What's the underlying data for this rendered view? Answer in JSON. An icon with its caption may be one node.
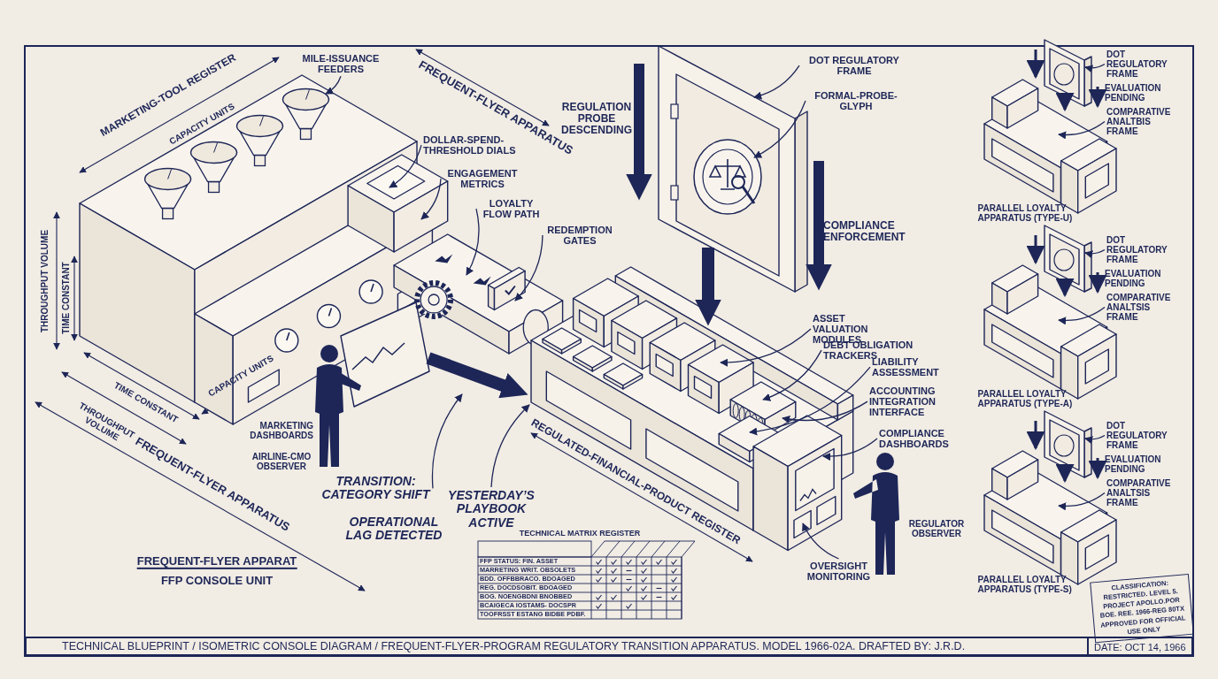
{
  "diagram": {
    "caption": "TECHNICAL BLUEPRINT / ISOMETRIC CONSOLE DIAGRAM / FREQUENT-FLYER-PROGRAM REGULATORY TRANSITION APPARATUS. MODEL 1966-02A. DRAFTED BY: J.R.D.",
    "nodes": [
      {
        "text": [],
        "shape": "picture"
      },
      {
        "text": [
          "MILE-ISSUANCE FEEDERS"
        ]
      },
      {
        "text": [
          "DOLLAR-SPEND-THRESHOLD DIALS"
        ]
      },
      {
        "text": [
          "ENGAGEMENT METRICS"
        ]
      },
      {
        "text": [
          "LOYALTY FLOW PATH"
        ]
      },
      {
        "text": [
          "REDEMPTION GATES"
        ]
      },
      {
        "text": [],
        "shape": "picture"
      },
      {
        "text": [
          "DOT REGULATORY FRAME"
        ]
      },
      {
        "text": [
          "FORMAL-PROBE-GLYPH"
        ]
      },
      {
        "text": [],
        "shape": "picture"
      },
      {
        "text": [
          "ASSET VALUATION MODULES"
        ]
      },
      {
        "text": [
          "DEBT OBLIGATION TRACKERS"
        ]
      },
      {
        "text": [
          "LIABILITY ASSESSMENT"
        ]
      },
      {
        "text": [
          "ACCOUNTING INTEGRATION INTERFACE"
        ]
      },
      {
        "text": [
          "COMPLIANCE DASHBOARDS"
        ]
      },
      {
        "text": [
          "OVERSIGHT MONITORING"
        ]
      },
      {
        "text": [
          "TRANSITION: CATEGORY SHIFT"
        ]
      },
      {
        "text": [
          "YESTERDAY’S PLAYBOOK ACTIVE"
        ]
      },
      {
        "text": [
          "DOT REGULATORY FRAME"
        ]
      },
      {
        "text": [
          "COMPARATIVE ANALTBIS FRAME"
        ]
      },
      {
        "text": [
          "DOT REGULATORY FRAME"
        ]
      },
      {
        "text": [
          "COMPARATIVE ANALTSIS FRAME"
        ]
      },
      {
        "text": [
          "DOT REGULATORY FRAME"
        ]
      },
      {
        "text": [
          "COMPARATIVE ANALTSIS FRAME"
        ]
      }
    ],
    "edges": [
      {
        "from": 0,
        "to": 9,
        "arrow": "to",
        "style": "thick"
      },
      {
        "from": 6,
        "to": 9,
        "arrow": "to",
        "style": "thick"
      },
      {
        "from": 1,
        "to": 0,
        "arrow": "to"
      },
      {
        "from": 2,
        "to": 0,
        "arrow": "to"
      },
      {
        "from": 3,
        "to": 0,
        "arrow": "to"
      },
      {
        "from": 4,
        "to": null,
        "arrow": "to"
      },
      {
        "from": 5,
        "to": null,
        "arrow": "to"
      },
      {
        "from": 7,
        "to": 6,
        "arrow": "to"
      },
      {
        "from": 8,
        "to": 6,
        "arrow": "to"
      },
      {
        "from": 10,
        "to": 9,
        "arrow": "to"
      },
      {
        "from": 11,
        "to": 9,
        "arrow": "to"
      },
      {
        "from": 12,
        "to": 9,
        "arrow": "to"
      },
      {
        "from": 13,
        "to": 9,
        "arrow": "to"
      },
      {
        "from": 14,
        "to": 9,
        "arrow": "to"
      },
      {
        "from": 15,
        "to": 9,
        "arrow": "to"
      },
      {
        "from": 16,
        "to": 0,
        "arrow": "to"
      },
      {
        "from": 17,
        "to": 9,
        "arrow": "to"
      },
      {
        "from": 18,
        "to": null,
        "arrow": "to"
      },
      {
        "from": 19,
        "to": null,
        "arrow": "to"
      },
      {
        "from": 20,
        "to": null,
        "arrow": "to"
      },
      {
        "from": 21,
        "to": null,
        "arrow": "to"
      },
      {
        "from": 22,
        "to": null,
        "arrow": "to"
      },
      {
        "from": 23,
        "to": null,
        "arrow": "to"
      }
    ],
    "labels": [
      "MARKETING-TOOL REGISTER",
      "CAPACITY UNITS",
      "FREQUENT-FLYER APPARATUS",
      "REGULATION PROBE DESCENDING",
      "COMPLIANCE ENFORCEMENT",
      "EVALUATION PENDING",
      "PARALLEL LOYALTY APPARATUS (TYPE-U)",
      "THROUGHPUT VOLUME",
      "TIME CONSTANT",
      "EVALUATION PENDING",
      "PARALLEL LOYALTY APPARATUS (TYPE-A)",
      "TIME CONSTANT",
      "THROUGHPUT VOLUME",
      "CAPACITY UNITS",
      "MARKETING DASHBOARDS",
      "AIRLINE-CMO OBSERVER",
      "OPERATIONAL LAG DETECTED",
      "REGULATED-FINANCIAL-PRODUCT REGISTER",
      "REGULATOR OBSERVER",
      "EVALUATION PENDING",
      "PARALLEL LOYALTY APPARATUS (TYPE-S)",
      "FREQUENT-FLYER APPARATUS",
      "FREQUENT-FLYER APPARAT",
      "FFP CONSOLE UNIT",
      "TECHNICAL MATRIX REGISTER",
      "FFP STATUS: FIN. ASSET",
      "MARRETING WRIT. OBSOLETS",
      "BDD. OFFBBRACO. BDOAGED",
      "REG. DOCDSOBIT. BDOAGED",
      "BOG. NOENGBDNI BNOBBED",
      "BCAIGECA IOSTAMS- DOCSPR",
      "TOOFRSST ESTANG BIDBE PDBF.",
      "CLASSIFICATION: RESTRICTED. LEVEL 5. PROJECT APOLLO.POR BOE. REE. 1966-REG 80TX APPROVED FOR OFFICIAL USE ONLY",
      "DATE: OCT 14, 1966"
    ]
  }
}
